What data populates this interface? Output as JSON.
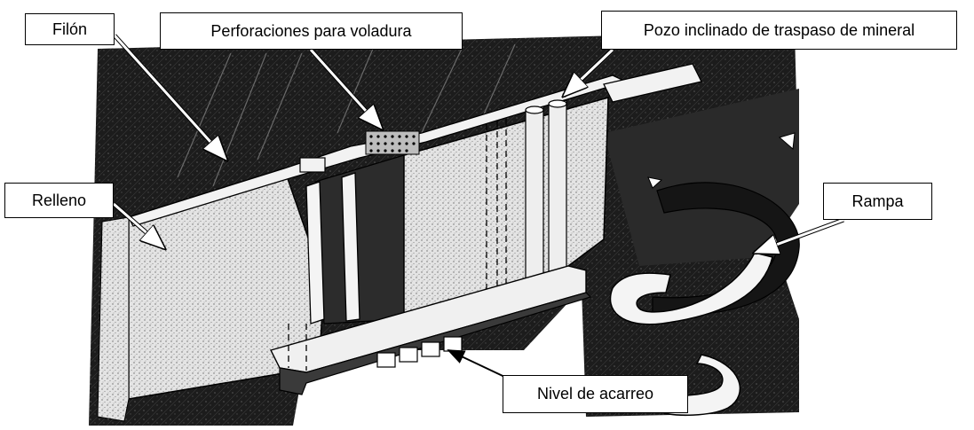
{
  "labels": {
    "filon": "Filón",
    "perforaciones": "Perforaciones para voladura",
    "pozo": "Pozo inclinado de traspaso de mineral",
    "relleno": "Relleno",
    "rampa": "Rampa",
    "nivel": "Nivel de acarreo"
  },
  "colors": {
    "rock": "#1c1c1c",
    "fill": "#e8e8e8",
    "line": "#000000",
    "background": "#ffffff"
  }
}
